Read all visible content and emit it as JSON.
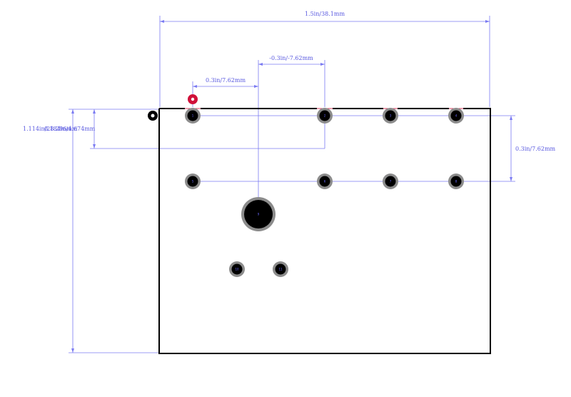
{
  "dimensions": {
    "top_width": "1.5in/38.1mm",
    "pitch_offset_neg": "-0.3in/-7.62mm",
    "pitch_offset_pos": "0.3in/7.62mm",
    "left_height_a": "1.114in/28.296mm",
    "left_height_b": "0.184in/4.674mm",
    "right_spacing": "0.3in/7.62mm"
  },
  "pads": [
    {
      "label": "1"
    },
    {
      "label": "2"
    },
    {
      "label": "3"
    },
    {
      "label": "4"
    },
    {
      "label": "5"
    },
    {
      "label": "6"
    },
    {
      "label": "7"
    },
    {
      "label": "8"
    },
    {
      "label": "9"
    },
    {
      "label": "10"
    },
    {
      "label": "11"
    }
  ],
  "colors": {
    "dimension": "#7b7bf2",
    "outline": "#000000",
    "pad_ring": "#8c8c8c",
    "marker_red": "#d0103a"
  }
}
